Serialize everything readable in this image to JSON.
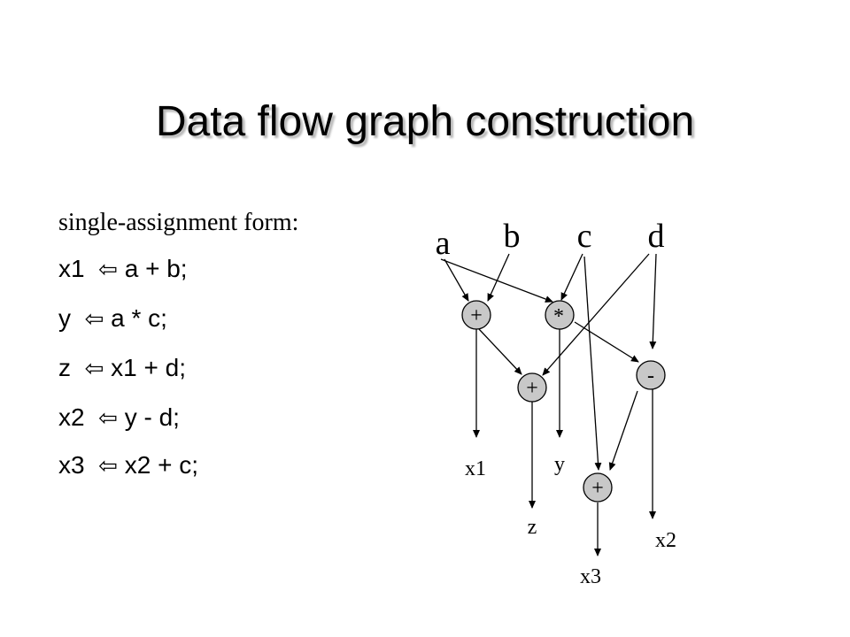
{
  "slide": {
    "title": "Data flow graph construction",
    "intro": "single-assignment form:",
    "statements": [
      {
        "lhs": "x1",
        "rhs": "a + b;"
      },
      {
        "lhs": "y",
        "rhs": "a * c;"
      },
      {
        "lhs": "z",
        "rhs": "x1 + d;"
      },
      {
        "lhs": "x2",
        "rhs": "y - d;"
      },
      {
        "lhs": "x3",
        "rhs": "x2 + c;"
      }
    ],
    "arrow_symbol": "⇦"
  },
  "graph": {
    "inputs": [
      "a",
      "b",
      "c",
      "d"
    ],
    "operators": [
      "+",
      "*",
      "+",
      "-",
      "+"
    ],
    "outputs": [
      "x1",
      "y",
      "z",
      "x2",
      "x3"
    ]
  }
}
